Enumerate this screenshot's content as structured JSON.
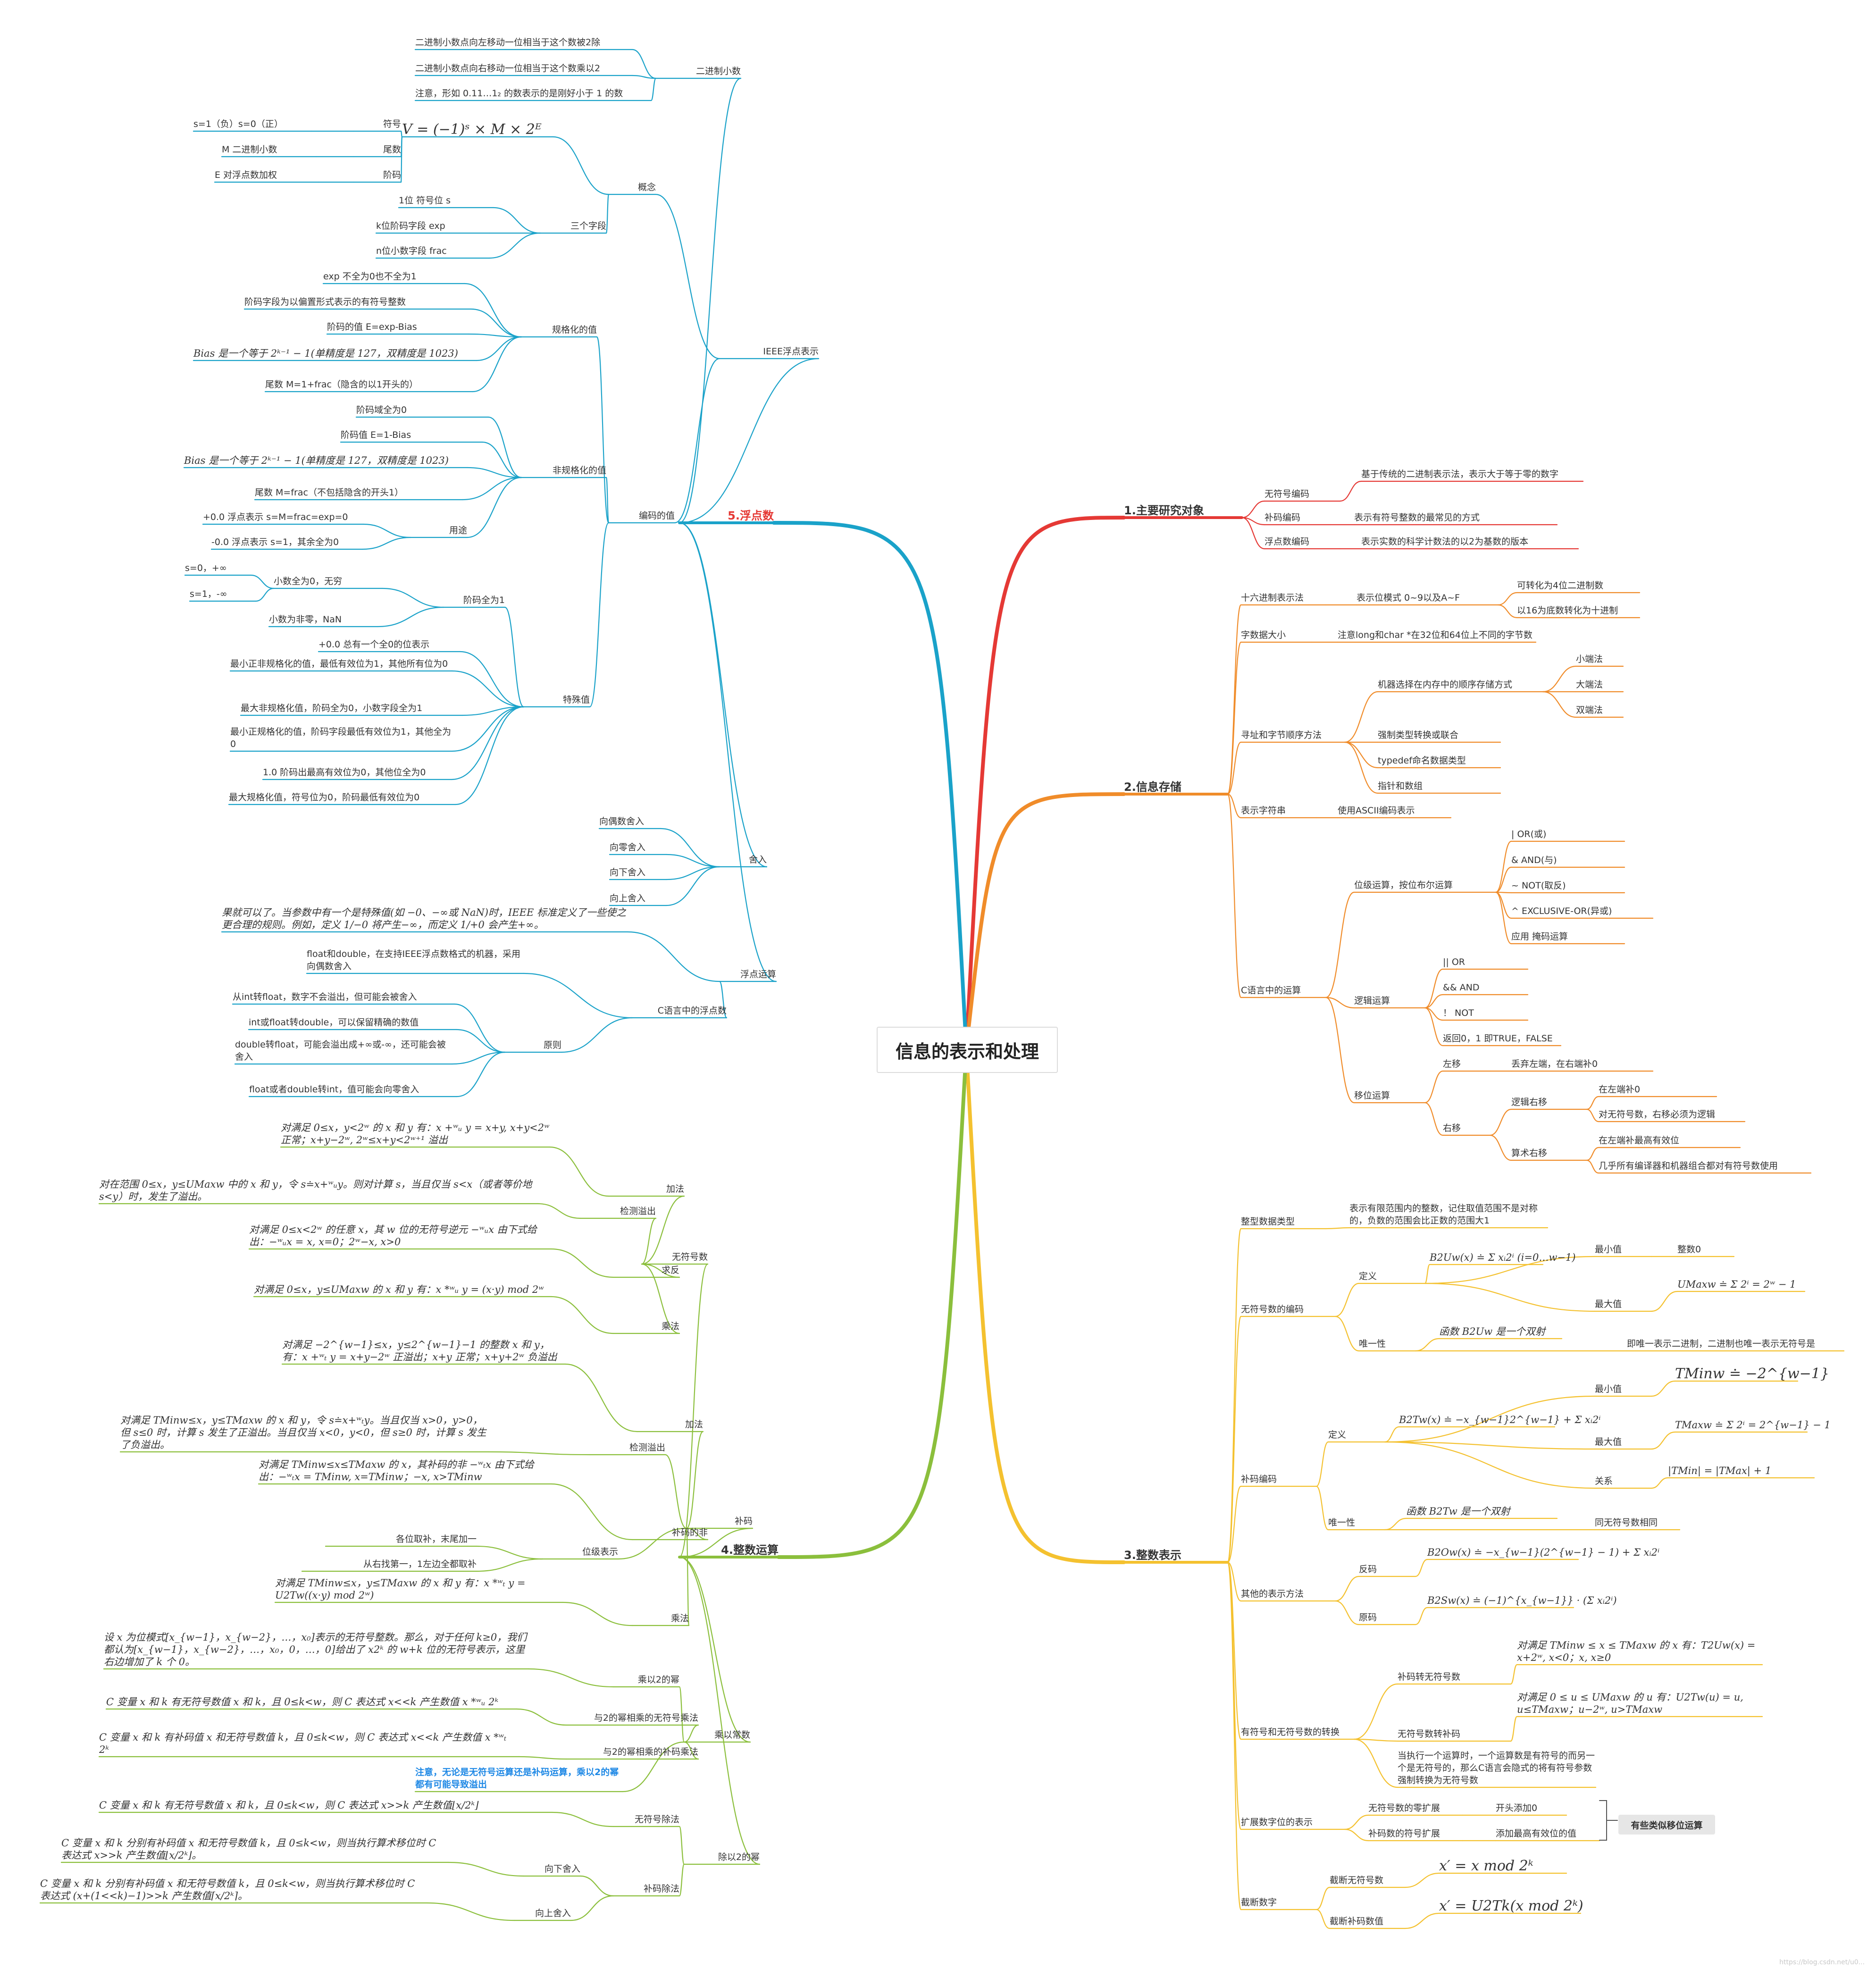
{
  "center": {
    "label": "信息的表示和处理"
  },
  "callout": {
    "label": "有些类似移位运算"
  },
  "watermark": "https://blog.csdn.net/u0...",
  "branches": [
    {
      "label": "1.主要研究对象",
      "color": "#e53935",
      "children": [
        {
          "label": "无符号编码",
          "children": [
            {
              "label": "基于传统的二进制表示法，表示大于等于零的数字"
            }
          ]
        },
        {
          "label": "补码编码",
          "children": [
            {
              "label": "表示有符号整数的最常见的方式"
            }
          ]
        },
        {
          "label": "浮点数编码",
          "children": [
            {
              "label": "表示实数的科学计数法的以2为基数的版本"
            }
          ]
        }
      ]
    },
    {
      "label": "2.信息存储",
      "color": "#f08c2a",
      "children": [
        {
          "label": "十六进制表示法",
          "children": [
            {
              "label": "表示位模式 0~9以及A~F",
              "children": [
                {
                  "label": "可转化为4位二进制数"
                },
                {
                  "label": "以16为底数转化为十进制"
                }
              ]
            }
          ]
        },
        {
          "label": "字数据大小",
          "children": [
            {
              "label": "注意long和char *在32位和64位上不同的字节数"
            }
          ]
        },
        {
          "label": "寻址和字节顺序方法",
          "children": [
            {
              "label": "机器选择在内存中的顺序存储方式",
              "children": [
                {
                  "label": "小端法"
                },
                {
                  "label": "大端法"
                },
                {
                  "label": "双端法"
                }
              ]
            },
            {
              "label": "强制类型转换或联合"
            },
            {
              "label": "typedef命名数据类型"
            },
            {
              "label": "指针和数组"
            }
          ]
        },
        {
          "label": "表示字符串",
          "children": [
            {
              "label": "使用ASCII编码表示"
            }
          ]
        },
        {
          "label": "C语言中的运算",
          "children": [
            {
              "label": "位级运算，按位布尔运算",
              "children": [
                {
                  "label": "| OR(或)"
                },
                {
                  "label": "& AND(与)"
                },
                {
                  "label": "~ NOT(取反)"
                },
                {
                  "label": "^ EXCLUSIVE-OR(异或)"
                },
                {
                  "label": "应用 掩码运算"
                }
              ]
            },
            {
              "label": "逻辑运算",
              "children": [
                {
                  "label": "|| OR"
                },
                {
                  "label": "&& AND"
                },
                {
                  "label": "！ NOT"
                },
                {
                  "label": "返回0，1 即TRUE，FALSE"
                }
              ]
            },
            {
              "label": "移位运算",
              "children": [
                {
                  "label": "左移",
                  "children": [
                    {
                      "label": "丢弃左端，在右端补0"
                    }
                  ]
                },
                {
                  "label": "右移",
                  "children": [
                    {
                      "label": "逻辑右移",
                      "children": [
                        {
                          "label": "在左端补0"
                        },
                        {
                          "label": "对无符号数，右移必须为逻辑"
                        }
                      ]
                    },
                    {
                      "label": "算术右移",
                      "children": [
                        {
                          "label": "在左端补最高有效位"
                        },
                        {
                          "label": "几乎所有编译器和机器组合都对有符号数使用"
                        }
                      ]
                    }
                  ]
                }
              ]
            }
          ]
        }
      ]
    },
    {
      "label": "3.整数表示",
      "color": "#f4c12f",
      "children": [
        {
          "label": "整型数据类型",
          "children": [
            {
              "label": "表示有限范围内的整数，记住取值范围不是对称的，负数的范围会比正数的范围大1"
            }
          ]
        },
        {
          "label": "无符号数的编码",
          "children": [
            {
              "label": "定义",
              "children": [
                {
                  "label": "B2Uw(x) ≐ Σ xᵢ2ⁱ  (i=0…w−1)"
                },
                {
                  "label": "最小值",
                  "children": [
                    {
                      "label": "整数0"
                    }
                  ]
                },
                {
                  "label": "最大值",
                  "children": [
                    {
                      "label": "UMaxw ≐ Σ 2ⁱ = 2ʷ − 1"
                    }
                  ]
                }
              ]
            },
            {
              "label": "唯一性",
              "children": [
                {
                  "label": "函数 B2Uw 是一个双射"
                },
                {
                  "label": "即唯一表示二进制，二进制也唯一表示无符号是"
                }
              ]
            }
          ]
        },
        {
          "label": "补码编码",
          "children": [
            {
              "label": "定义",
              "children": [
                {
                  "label": "B2Tw(x) ≐ −x_{w−1}2^{w−1} + Σ xᵢ2ⁱ"
                },
                {
                  "label": "最小值",
                  "children": [
                    {
                      "label": "TMinw ≐ −2^{w−1}"
                    }
                  ]
                },
                {
                  "label": "最大值",
                  "children": [
                    {
                      "label": "TMaxw ≐ Σ 2ⁱ = 2^{w−1} − 1"
                    }
                  ]
                },
                {
                  "label": "关系",
                  "children": [
                    {
                      "label": "|TMin| = |TMax| + 1"
                    }
                  ]
                }
              ]
            },
            {
              "label": "唯一性",
              "children": [
                {
                  "label": "函数 B2Tw 是一个双射"
                },
                {
                  "label": "同无符号数相同"
                }
              ]
            }
          ]
        },
        {
          "label": "其他的表示方法",
          "children": [
            {
              "label": "反码",
              "children": [
                {
                  "label": "B2Ow(x) ≐ −x_{w−1}(2^{w−1} − 1) + Σ xᵢ2ⁱ"
                }
              ]
            },
            {
              "label": "原码",
              "children": [
                {
                  "label": "B2Sw(x) ≐ (−1)^{x_{w−1}} · (Σ xᵢ2ⁱ)"
                }
              ]
            }
          ]
        },
        {
          "label": "有符号和无符号数的转换",
          "children": [
            {
              "label": "补码转无符号数",
              "children": [
                {
                  "label": "对满足 TMinw ≤ x ≤ TMaxw 的 x 有：T2Uw(x) = x+2ʷ, x<0；x, x≥0"
                }
              ]
            },
            {
              "label": "无符号数转补码",
              "children": [
                {
                  "label": "对满足 0 ≤ u ≤ UMaxw 的 u 有：U2Tw(u) = u, u≤TMaxw；u−2ʷ, u>TMaxw"
                }
              ]
            },
            {
              "label": "当执行一个运算时，一个运算数是有符号的而另一个是无符号的，那么C语言会隐式的将有符号参数强制转换为无符号数"
            }
          ]
        },
        {
          "label": "扩展数字位的表示",
          "children": [
            {
              "label": "无符号数的零扩展",
              "children": [
                {
                  "label": "开头添加0"
                }
              ]
            },
            {
              "label": "补码数的符号扩展",
              "children": [
                {
                  "label": "添加最高有效位的值"
                }
              ]
            }
          ]
        },
        {
          "label": "截断数字",
          "children": [
            {
              "label": "截断无符号数",
              "children": [
                {
                  "label": "x′ = x mod 2ᵏ"
                }
              ]
            },
            {
              "label": "截断补码数值",
              "children": [
                {
                  "label": "x′ = U2Tk(x mod 2ᵏ)"
                }
              ]
            }
          ]
        }
      ]
    },
    {
      "label": "4.整数运算",
      "color": "#8bbf3c",
      "children": [
        {
          "label": "无符号数",
          "children": [
            {
              "label": "加法",
              "children": [
                {
                  "label": "对满足 0≤x，y<2ʷ 的 x 和 y 有：x +ʷᵤ y = x+y, x+y<2ʷ 正常；x+y−2ʷ, 2ʷ≤x+y<2ʷ⁺¹ 溢出"
                }
              ]
            },
            {
              "label": "检测溢出",
              "children": [
                {
                  "label": "对在范围 0≤x，y≤UMaxw 中的 x 和 y，令 s≐x+ʷᵤy。则对计算 s，当且仅当 s<x（或者等价地 s<y）时，发生了溢出。"
                }
              ]
            },
            {
              "label": "求反",
              "children": [
                {
                  "label": "对满足 0≤x<2ʷ 的任意 x，其 w 位的无符号逆元 −ʷᵤx 由下式给出：−ʷᵤx = x, x=0；2ʷ−x, x>0"
                }
              ]
            },
            {
              "label": "乘法",
              "children": [
                {
                  "label": "对满足 0≤x，y≤UMaxw 的 x 和 y 有：x *ʷᵤ y = (x·y) mod 2ʷ"
                }
              ]
            }
          ]
        },
        {
          "label": "补码",
          "children": [
            {
              "label": "加法",
              "children": [
                {
                  "label": "对满足 −2^{w−1}≤x，y≤2^{w−1}−1 的整数 x 和 y，有：x +ʷₜ y = x+y−2ʷ 正溢出；x+y 正常；x+y+2ʷ 负溢出"
                }
              ]
            },
            {
              "label": "检测溢出",
              "children": [
                {
                  "label": "对满足 TMinw≤x，y≤TMaxw 的 x 和 y，令 s≐x+ʷₜy。当且仅当 x>0，y>0，但 s≤0 时，计算 s 发生了正溢出。当且仅当 x<0，y<0，但 s≥0 时，计算 s 发生了负溢出。"
                }
              ]
            },
            {
              "label": "补码的非",
              "children": [
                {
                  "label": "对满足 TMinw≤x≤TMaxw 的 x，其补码的非 −ʷₜx 由下式给出：−ʷₜx = TMinw, x=TMinw；−x, x>TMinw"
                }
              ]
            },
            {
              "label": "位级表示",
              "children": [
                {
                  "label": "各位取补，末尾加一"
                },
                {
                  "label": "从右找第一，1左边全都取补"
                }
              ]
            },
            {
              "label": "乘法",
              "children": [
                {
                  "label": "对满足 TMinw≤x，y≤TMaxw 的 x 和 y 有：x *ʷₜ y = U2Tw((x·y) mod 2ʷ)"
                }
              ]
            }
          ]
        },
        {
          "label": "乘以常数",
          "children": [
            {
              "label": "乘以2的幂",
              "children": [
                {
                  "label": "设 x 为位模式[x_{w−1}，x_{w−2}，…，x₀]表示的无符号整数。那么，对于任何 k≥0，我们都认为[x_{w−1}，x_{w−2}，…，x₀，0，…，0]给出了 x2ᵏ 的 w+k 位的无符号表示，这里右边增加了 k 个 0。"
                }
              ]
            },
            {
              "label": "与2的幂相乘的无符号乘法",
              "children": [
                {
                  "label": "C 变量 x 和 k 有无符号数值 x 和 k，且 0≤k<w，则 C 表达式 x<<k 产生数值 x *ʷᵤ 2ᵏ"
                }
              ]
            },
            {
              "label": "与2的幂相乘的补码乘法",
              "children": [
                {
                  "label": "C 变量 x 和 k 有补码值 x 和无符号数值 k，且 0≤k<w，则 C 表达式 x<<k 产生数值 x *ʷₜ 2ᵏ"
                }
              ]
            },
            {
              "label": "注意，无论是无符号运算还是补码运算，乘以2的幂都有可能导致溢出"
            }
          ]
        },
        {
          "label": "除以2的幂",
          "children": [
            {
              "label": "无符号除法",
              "children": [
                {
                  "label": "C 变量 x 和 k 有无符号数值 x 和 k，且 0≤k<w，则 C 表达式 x>>k 产生数值⌊x/2ᵏ⌋"
                }
              ]
            },
            {
              "label": "补码除法",
              "children": [
                {
                  "label": "向下舍入",
                  "children": [
                    {
                      "label": "C 变量 x 和 k 分别有补码值 x 和无符号数值 k，且 0≤k<w，则当执行算术移位时 C 表达式 x>>k 产生数值⌊x/2ᵏ⌋。"
                    }
                  ]
                },
                {
                  "label": "向上舍入",
                  "children": [
                    {
                      "label": "C 变量 x 和 k 分别有补码值 x 和无符号数值 k，且 0≤k<w，则当执行算术移位时 C 表达式 (x+(1<<k)−1)>>k 产生数值⌈x/2ᵏ⌉。"
                    }
                  ]
                }
              ]
            }
          ]
        }
      ]
    },
    {
      "label": "5.浮点数",
      "color": "#1aa2c9",
      "children": [
        {
          "label": "二进制小数",
          "children": [
            {
              "label": "二进制小数点向左移动一位相当于这个数被2除"
            },
            {
              "label": "二进制小数点向右移动一位相当于这个数乘以2"
            },
            {
              "label": "注意，形如 0.11…1₂ 的数表示的是刚好小于 1 的数"
            }
          ]
        },
        {
          "label": "IEEE浮点表示",
          "children": [
            {
              "label": "概念",
              "children": [
                {
                  "label": "V = (−1)ˢ × M × 2ᴱ",
                  "children": [
                    {
                      "label": "符号",
                      "children": [
                        {
                          "label": "s=1（负）s=0（正）"
                        }
                      ]
                    },
                    {
                      "label": "尾数",
                      "children": [
                        {
                          "label": "M 二进制小数"
                        }
                      ]
                    },
                    {
                      "label": "阶码",
                      "children": [
                        {
                          "label": "E 对浮点数加权"
                        }
                      ]
                    }
                  ]
                },
                {
                  "label": "三个字段",
                  "children": [
                    {
                      "label": "1位 符号位 s"
                    },
                    {
                      "label": "k位阶码字段 exp"
                    },
                    {
                      "label": "n位小数字段 frac"
                    }
                  ]
                }
              ]
            },
            {
              "label": "编码的值",
              "children": [
                {
                  "label": "规格化的值",
                  "children": [
                    {
                      "label": "exp 不全为0也不全为1"
                    },
                    {
                      "label": "阶码字段为以偏置形式表示的有符号整数"
                    },
                    {
                      "label": "阶码的值 E=exp-Bias"
                    },
                    {
                      "label": "Bias 是一个等于 2ᵏ⁻¹ − 1(单精度是 127，双精度是 1023)"
                    },
                    {
                      "label": "尾数 M=1+frac（隐含的以1开头的）"
                    }
                  ]
                },
                {
                  "label": "非规格化的值",
                  "children": [
                    {
                      "label": "阶码域全为0"
                    },
                    {
                      "label": "阶码值 E=1-Bias"
                    },
                    {
                      "label": "Bias 是一个等于 2ᵏ⁻¹ − 1(单精度是 127，双精度是 1023)"
                    },
                    {
                      "label": "尾数 M=frac（不包括隐含的开头1）"
                    },
                    {
                      "label": "用途",
                      "children": [
                        {
                          "label": "+0.0 浮点表示 s=M=frac=exp=0"
                        },
                        {
                          "label": "-0.0 浮点表示 s=1，其余全为0"
                        }
                      ]
                    }
                  ]
                },
                {
                  "label": "特殊值",
                  "children": [
                    {
                      "label": "阶码全为1",
                      "children": [
                        {
                          "label": "小数全为0，无穷",
                          "children": [
                            {
                              "label": "s=0，+∞"
                            },
                            {
                              "label": "s=1，-∞"
                            }
                          ]
                        },
                        {
                          "label": "小数为非零，NaN"
                        }
                      ]
                    },
                    {
                      "label": "+0.0 总有一个全0的位表示"
                    },
                    {
                      "label": "最小正非规格化的值，最低有效位为1，其他所有位为0"
                    },
                    {
                      "label": "最大非规格化值，阶码全为0，小数字段全为1"
                    },
                    {
                      "label": "最小正规格化的值，阶码字段最低有效位为1，其他全为0"
                    },
                    {
                      "label": "1.0 阶码出最高有效位为0，其他位全为0"
                    },
                    {
                      "label": "最大规格化值，符号位为0，阶码最低有效位为0"
                    }
                  ]
                }
              ]
            }
          ]
        },
        {
          "label": "舍入",
          "children": [
            {
              "label": "向偶数舍入"
            },
            {
              "label": "向零舍入"
            },
            {
              "label": "向下舍入"
            },
            {
              "label": "向上舍入"
            }
          ]
        },
        {
          "label": "浮点运算",
          "children": [
            {
              "label": "果就可以了。当参数中有一个是特殊值(如 −0、−∞或 NaN)时，IEEE 标准定义了一些使之更合理的规则。例如，定义 1/−0 将产生−∞，而定义 1/+0 会产生+∞。"
            },
            {
              "label": "C语言中的浮点数",
              "children": [
                {
                  "label": "float和double，在支持IEEE浮点数格式的机器，采用向偶数舍入"
                },
                {
                  "label": "原则",
                  "children": [
                    {
                      "label": "从int转float，数字不会溢出，但可能会被舍入"
                    },
                    {
                      "label": "int或float转double，可以保留精确的数值"
                    },
                    {
                      "label": "double转float，可能会溢出成+∞或-∞，还可能会被舍入"
                    },
                    {
                      "label": "float或者double转int，值可能会向零舍入"
                    }
                  ]
                }
              ]
            }
          ]
        }
      ]
    }
  ]
}
